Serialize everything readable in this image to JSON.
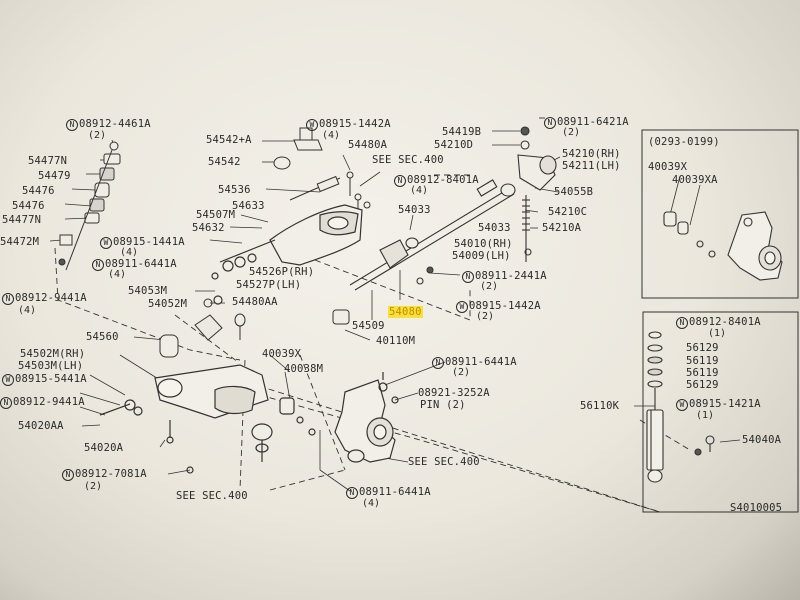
{
  "callouts": [
    {
      "id": "c1",
      "prefix": "N",
      "text": "08912-4461A",
      "qty": "(2)"
    },
    {
      "id": "c2",
      "text": "54477N"
    },
    {
      "id": "c3",
      "text": "54479"
    },
    {
      "id": "c4",
      "text": "54476"
    },
    {
      "id": "c5",
      "text": "54476"
    },
    {
      "id": "c6",
      "text": "54477N"
    },
    {
      "id": "c7",
      "text": "54472M"
    },
    {
      "id": "c8",
      "prefix": "N",
      "text": "08912-9441A",
      "qty": "(4)"
    },
    {
      "id": "c9",
      "text": "54542+A"
    },
    {
      "id": "c10",
      "text": "54542"
    },
    {
      "id": "c11",
      "prefix": "W",
      "text": "08915-1442A",
      "qty": "(4)"
    },
    {
      "id": "c12",
      "text": "54480A"
    },
    {
      "id": "c13",
      "text": "SEE SEC.400"
    },
    {
      "id": "c14",
      "text": "54536"
    },
    {
      "id": "c15",
      "text": "54507M"
    },
    {
      "id": "c16",
      "text": "54633"
    },
    {
      "id": "c17",
      "text": "54632"
    },
    {
      "id": "c18",
      "prefix": "W",
      "text": "08915-1441A",
      "qty": "(4)"
    },
    {
      "id": "c19",
      "prefix": "N",
      "text": "08911-6441A",
      "qty": "(4)"
    },
    {
      "id": "c20",
      "text": "54526P(RH)"
    },
    {
      "id": "c21",
      "text": "54527P(LH)"
    },
    {
      "id": "c22",
      "text": "54053M"
    },
    {
      "id": "c23",
      "text": "54052M"
    },
    {
      "id": "c24",
      "text": "54480AA"
    },
    {
      "id": "c25",
      "text": "54560"
    },
    {
      "id": "c26",
      "text": "54419B"
    },
    {
      "id": "c27",
      "text": "54210D"
    },
    {
      "id": "c28",
      "prefix": "N",
      "text": "08911-6421A",
      "qty": "(2)"
    },
    {
      "id": "c29",
      "text": "54210(RH)"
    },
    {
      "id": "c30",
      "text": "54211(LH)"
    },
    {
      "id": "c31",
      "prefix": "N",
      "text": "08912-8401A",
      "qty": "(4)"
    },
    {
      "id": "c32",
      "text": "54055B"
    },
    {
      "id": "c33",
      "text": "54033"
    },
    {
      "id": "c34",
      "text": "54210C"
    },
    {
      "id": "c35",
      "text": "54033"
    },
    {
      "id": "c36",
      "text": "54210A"
    },
    {
      "id": "c37",
      "text": "54010(RH)"
    },
    {
      "id": "c38",
      "text": "54009(LH)"
    },
    {
      "id": "c39",
      "prefix": "N",
      "text": "08911-2441A",
      "qty": "(2)"
    },
    {
      "id": "c40",
      "text": "54080",
      "highlight": true
    },
    {
      "id": "c41",
      "prefix": "W",
      "text": "08915-1442A",
      "qty": "(2)"
    },
    {
      "id": "c42",
      "text": "54509"
    },
    {
      "id": "c43",
      "text": "40110M"
    },
    {
      "id": "c44",
      "text": "54502M(RH)"
    },
    {
      "id": "c45",
      "text": "54503M(LH)"
    },
    {
      "id": "c46",
      "prefix": "W",
      "text": "08915-5441A"
    },
    {
      "id": "c47",
      "prefix": "N",
      "text": "08912-9441A"
    },
    {
      "id": "c48",
      "text": "54020AA"
    },
    {
      "id": "c49",
      "text": "54020A"
    },
    {
      "id": "c50",
      "prefix": "N",
      "text": "08912-7081A",
      "qty": "(2)"
    },
    {
      "id": "c51",
      "text": "SEE SEC.400"
    },
    {
      "id": "c52",
      "text": "40039X"
    },
    {
      "id": "c53",
      "text": "40038M"
    },
    {
      "id": "c54",
      "prefix": "N",
      "text": "08911-6441A",
      "qty": "(2)"
    },
    {
      "id": "c55",
      "text": "08921-3252A"
    },
    {
      "id": "c56",
      "text": "PIN (2)"
    },
    {
      "id": "c57",
      "text": "SEE SEC.400"
    },
    {
      "id": "c58",
      "prefix": "N",
      "text": "08911-6441A",
      "qty": "(4)"
    },
    {
      "id": "c59",
      "text": "(0293-0199)"
    },
    {
      "id": "c60",
      "text": "40039X"
    },
    {
      "id": "c61",
      "text": "40039XA"
    },
    {
      "id": "c62",
      "prefix": "N",
      "text": "08912-8401A",
      "qty": "(1)"
    },
    {
      "id": "c63",
      "text": "56129"
    },
    {
      "id": "c64",
      "text": "56119"
    },
    {
      "id": "c65",
      "text": "56119"
    },
    {
      "id": "c66",
      "text": "56129"
    },
    {
      "id": "c67",
      "text": "56110K"
    },
    {
      "id": "c68",
      "prefix": "W",
      "text": "08915-1421A",
      "qty": "(1)"
    },
    {
      "id": "c69",
      "text": "54040A"
    },
    {
      "id": "c70",
      "text": "S4010005"
    }
  ]
}
